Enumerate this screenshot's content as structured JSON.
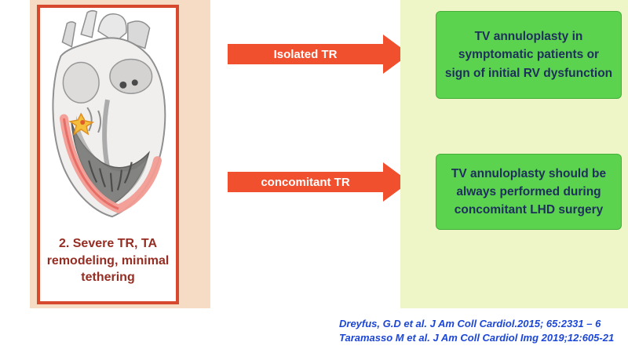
{
  "slide": {
    "left_panel": {
      "caption": "2. Severe TR, TA remodeling, minimal tethering"
    },
    "arrows": [
      {
        "label": "Isolated TR"
      },
      {
        "label": "concomitant TR"
      }
    ],
    "outcomes": [
      {
        "text": "TV annuloplasty in symptomatic patients or sign of initial RV dysfunction"
      },
      {
        "text": "TV annuloplasty should be always performed during concomitant LHD surgery"
      }
    ],
    "citations": [
      "Dreyfus, G.D et al. J Am Coll Cardiol.2015; 65:2331 – 6",
      "Taramasso M et al. J Am Coll Cardiol Img 2019;12:605-21"
    ]
  },
  "icons": {
    "heart_illustration": "heart-cross-section-illustration",
    "arrow": "right-block-arrow"
  },
  "colors": {
    "left_panel_bg": "#f6dcc5",
    "frame_border": "#d7492e",
    "caption_color": "#962d22",
    "arrow_color": "#f1502f",
    "right_panel_bg": "#eef6c8",
    "green_box_bg": "#5cd34e",
    "outcome_text": "#1e2f5d",
    "citation_color": "#1c46d6"
  }
}
